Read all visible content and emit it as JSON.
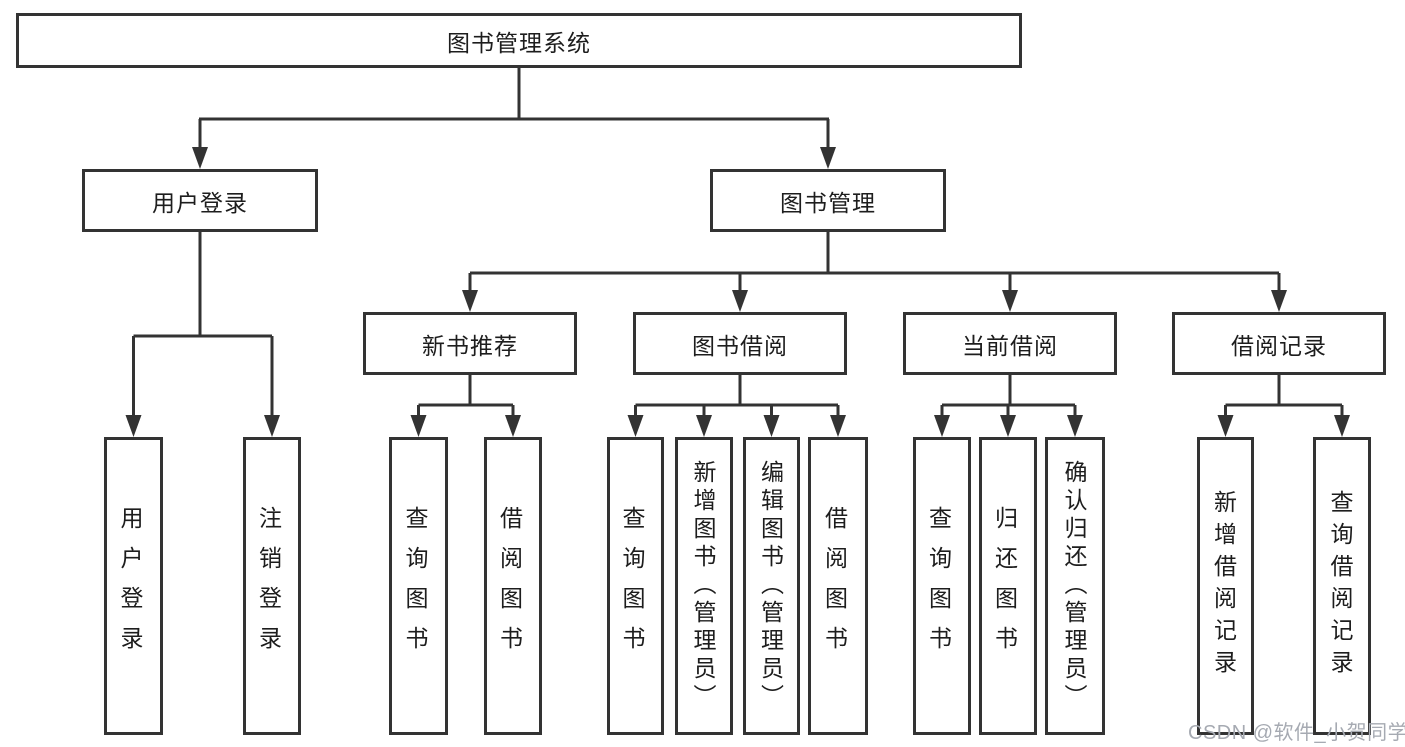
{
  "colors": {
    "line": "#333333",
    "box_border": "#333333",
    "box_bg": "#ffffff",
    "canvas_bg": "#ffffff",
    "text": "#1d1d1d",
    "watermark": "#a6aab2"
  },
  "watermark": "CSDN @软件_小贺同学",
  "tree": {
    "label": "图书管理系统",
    "children": [
      {
        "label": "用户登录",
        "children": [
          {
            "label": "用户登录"
          },
          {
            "label": "注销登录"
          }
        ]
      },
      {
        "label": "图书管理",
        "children": [
          {
            "label": "新书推荐",
            "children": [
              {
                "label": "查询图书"
              },
              {
                "label": "借阅图书"
              }
            ]
          },
          {
            "label": "图书借阅",
            "children": [
              {
                "label": "查询图书"
              },
              {
                "label": "新增图书（管理员）"
              },
              {
                "label": "编辑图书（管理员）"
              },
              {
                "label": "借阅图书"
              }
            ]
          },
          {
            "label": "当前借阅",
            "children": [
              {
                "label": "查询图书"
              },
              {
                "label": "归还图书"
              },
              {
                "label": "确认归还（管理员）"
              }
            ]
          },
          {
            "label": "借阅记录",
            "children": [
              {
                "label": "新增借阅记录"
              },
              {
                "label": "查询借阅记录"
              }
            ]
          }
        ]
      }
    ]
  }
}
